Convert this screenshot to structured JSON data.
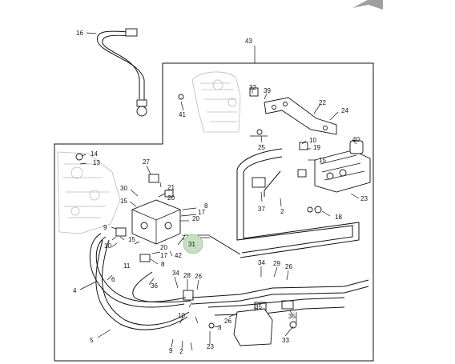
{
  "labels": {
    "l16": "16",
    "l43": "43",
    "l41": "41",
    "l32": "32",
    "l39": "39",
    "l22": "22",
    "l24": "24",
    "l25": "25",
    "l10a": "10",
    "l19": "19",
    "l15a": "15",
    "l40": "40",
    "l14": "14",
    "l13": "13",
    "l27": "27",
    "l21": "21",
    "l20a": "20",
    "l30": "30",
    "l15b": "15",
    "l8a": "8",
    "l17a": "17",
    "l20b": "20",
    "l37": "37",
    "l2": "2",
    "l23a": "23",
    "l18": "18",
    "l9a": "9",
    "l7": "7",
    "l10b": "10",
    "l15c": "15",
    "l20c": "20",
    "l31": "31",
    "l11": "11",
    "l17b": "17",
    "l42": "42",
    "l8b": "8",
    "l6": "6",
    "l4": "4",
    "l34a": "34",
    "l36": "36",
    "l34b": "34",
    "l29": "29",
    "l26a": "26",
    "l28": "28",
    "l26b": "26",
    "l35a": "35",
    "l35b": "35",
    "l26c": "26",
    "l5": "5",
    "l10c": "10",
    "l3": "3",
    "l33": "33",
    "l9b": "9",
    "l2b": "2",
    "l23b": "23"
  },
  "highlight_color": "#c7dfc0"
}
